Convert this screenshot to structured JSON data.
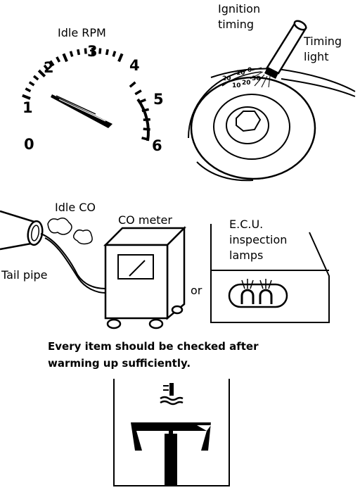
{
  "tachometer": {
    "title": "Idle RPM",
    "scale": [
      "0",
      "1",
      "2",
      "3",
      "4",
      "5",
      "6"
    ]
  },
  "timing": {
    "title_line1": "Ignition",
    "title_line2": "timing",
    "light_line1": "Timing",
    "light_line2": "light",
    "degree_marks": [
      "20",
      "10",
      "0",
      "10",
      "20",
      "30"
    ]
  },
  "co": {
    "idle_co": "Idle CO",
    "meter": "CO meter",
    "tail_pipe": "Tail pipe",
    "or": "or"
  },
  "ecu": {
    "line1": "E.C.U.",
    "line2": "inspection",
    "line3": "lamps"
  },
  "note": {
    "line1": "Every item should be checked after",
    "line2": "warming up sufficiently."
  },
  "icon": "thermometer-warm-icon"
}
